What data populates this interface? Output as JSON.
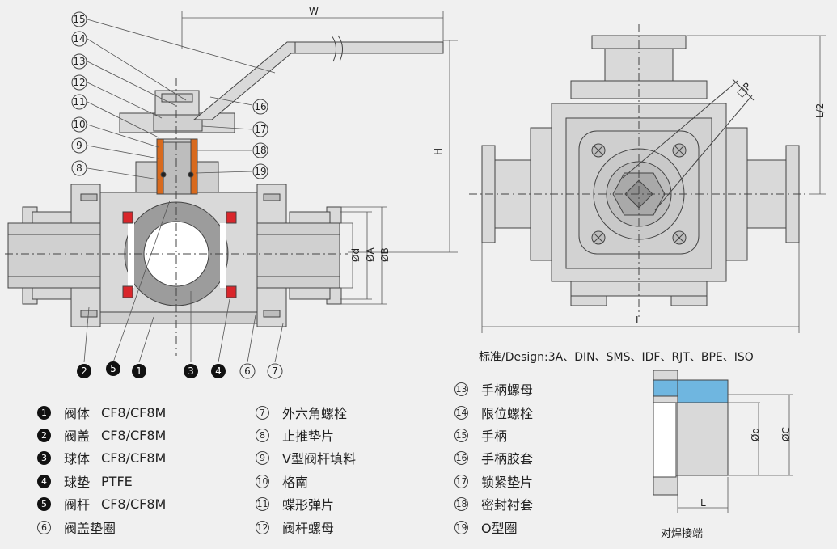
{
  "dimensions": {
    "W": "W",
    "H": "H",
    "L": "L",
    "L_half": "L/2",
    "P": "□P",
    "d": "Ød",
    "A": "ØA",
    "B": "ØB",
    "weld_d": "Ød",
    "weld_C": "ØC",
    "weld_L": "L"
  },
  "callouts": {
    "left": [
      "15",
      "14",
      "13",
      "12",
      "11",
      "10",
      "9",
      "8"
    ],
    "right": [
      "16",
      "17",
      "18",
      "19"
    ],
    "bottom": [
      "2",
      "5",
      "1",
      "3",
      "4",
      "6",
      "7"
    ]
  },
  "standards_line": "标准/Design:3A、DIN、SMS、IDF、RJT、BPE、ISO",
  "weld_caption": "对焊接端",
  "parts": [
    {
      "num": "1",
      "name": "阀体",
      "material": "CF8/CF8M",
      "style": "solid"
    },
    {
      "num": "2",
      "name": "阀盖",
      "material": "CF8/CF8M",
      "style": "solid"
    },
    {
      "num": "3",
      "name": "球体",
      "material": "CF8/CF8M",
      "style": "solid"
    },
    {
      "num": "4",
      "name": "球垫",
      "material": "PTFE",
      "style": "solid"
    },
    {
      "num": "5",
      "name": "阀杆",
      "material": "CF8/CF8M",
      "style": "solid"
    },
    {
      "num": "6",
      "name": "阀盖垫圈",
      "material": "",
      "style": "outline"
    },
    {
      "num": "7",
      "name": "外六角螺栓",
      "material": "",
      "style": "outline"
    },
    {
      "num": "8",
      "name": "止推垫片",
      "material": "",
      "style": "outline"
    },
    {
      "num": "9",
      "name": "V型阀杆填料",
      "material": "",
      "style": "outline"
    },
    {
      "num": "10",
      "name": "格南",
      "material": "",
      "style": "outline"
    },
    {
      "num": "11",
      "name": "蝶形弹片",
      "material": "",
      "style": "outline"
    },
    {
      "num": "12",
      "name": "阀杆螺母",
      "material": "",
      "style": "outline"
    },
    {
      "num": "13",
      "name": "手柄螺母",
      "material": "",
      "style": "outline"
    },
    {
      "num": "14",
      "name": "限位螺栓",
      "material": "",
      "style": "outline"
    },
    {
      "num": "15",
      "name": "手柄",
      "material": "",
      "style": "outline"
    },
    {
      "num": "16",
      "name": "手柄胶套",
      "material": "",
      "style": "outline"
    },
    {
      "num": "17",
      "name": "锁紧垫片",
      "material": "",
      "style": "outline"
    },
    {
      "num": "18",
      "name": "密封衬套",
      "material": "",
      "style": "outline"
    },
    {
      "num": "19",
      "name": "O型圈",
      "material": "",
      "style": "outline"
    }
  ],
  "colors": {
    "metal": "#d9d9d9",
    "metal_dark": "#bdbdbd",
    "outline": "#444444",
    "seat_red": "#d9262b",
    "packing_orange": "#d86a1e",
    "weld_blue": "#6fb6e0"
  }
}
